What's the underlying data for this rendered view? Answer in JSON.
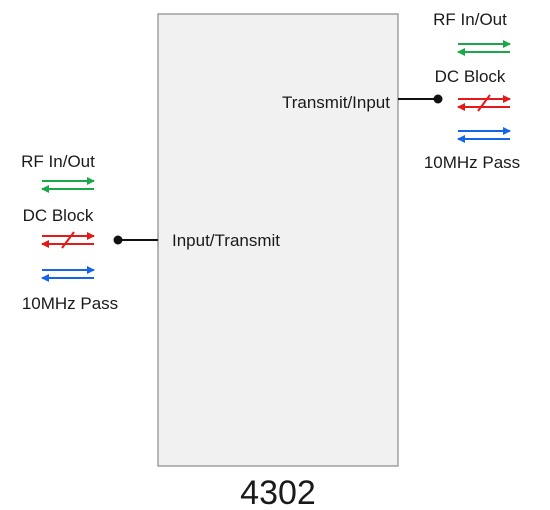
{
  "device": {
    "name": "4302",
    "box_fill": "#f1f1f1",
    "box_stroke": "#8a8a8a"
  },
  "ports": {
    "right": {
      "label": "Transmit/Input"
    },
    "left": {
      "label": "Input/Transmit"
    }
  },
  "legend": {
    "rf_label": "RF In/Out",
    "dc_label": "DC Block",
    "pass_label": "10MHz Pass",
    "rf_color": "#1aa84a",
    "dc_color": "#e41a1a",
    "pass_color": "#1565e8"
  }
}
